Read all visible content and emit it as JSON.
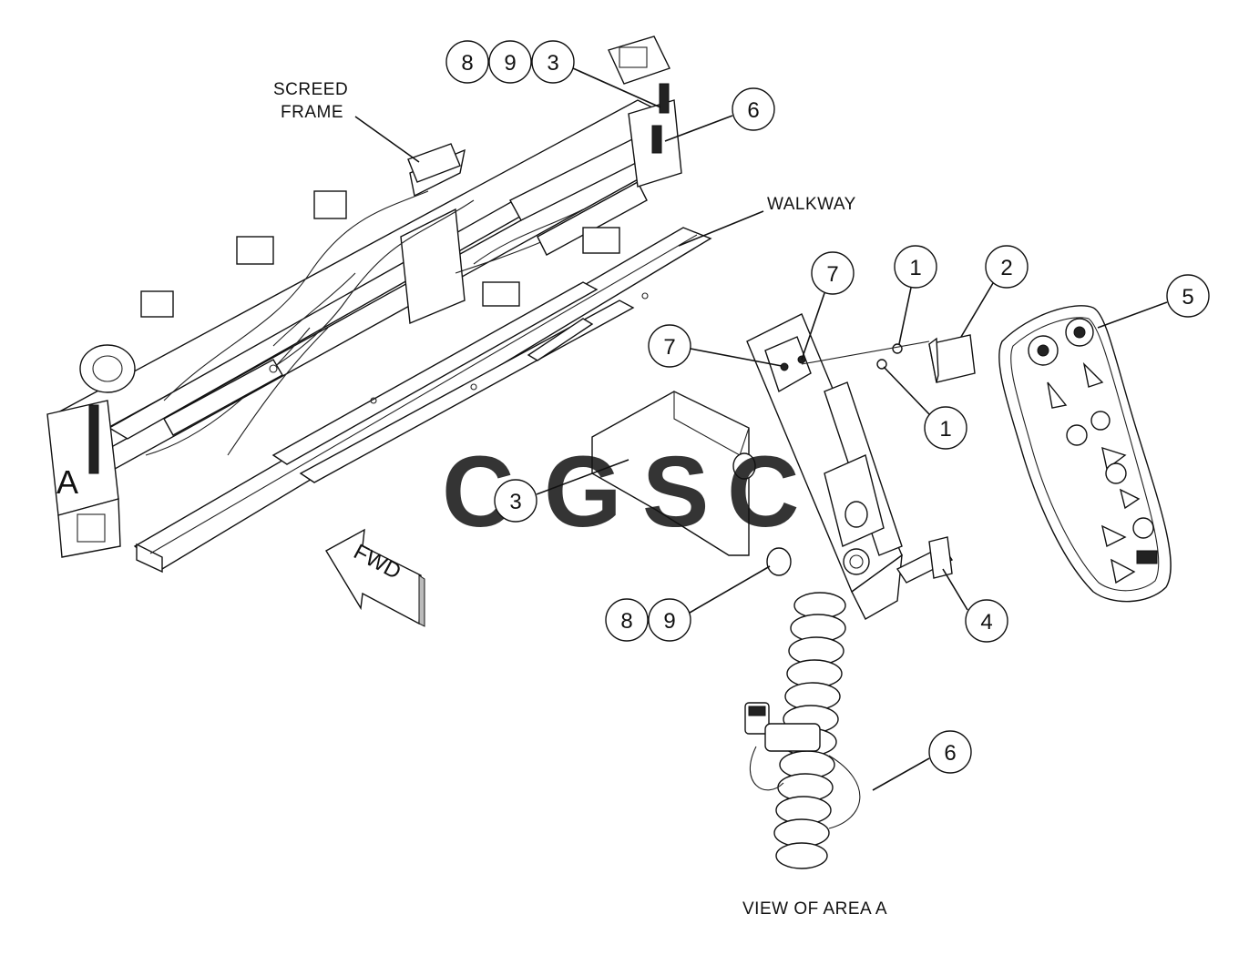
{
  "labels": {
    "screed_frame_line1": "SCREED",
    "screed_frame_line2": "FRAME",
    "walkway": "WALKWAY",
    "area_marker": "A",
    "fwd": "FWD",
    "view_caption": "VIEW OF AREA A"
  },
  "watermark": {
    "letters": [
      "C",
      "G",
      "S",
      "C"
    ],
    "colors": [
      "#4f8ef7",
      "#f08a7f",
      "#f6c94a",
      "#5fb88a"
    ]
  },
  "callouts": {
    "top_8": "8",
    "top_9": "9",
    "top_3": "3",
    "top_6": "6",
    "mid_7a": "7",
    "mid_7b": "7",
    "mid_1a": "1",
    "mid_1b": "1",
    "mid_2": "2",
    "mid_5": "5",
    "mid_3": "3",
    "bot_8": "8",
    "bot_9": "9",
    "bot_4": "4",
    "bot_6": "6"
  }
}
